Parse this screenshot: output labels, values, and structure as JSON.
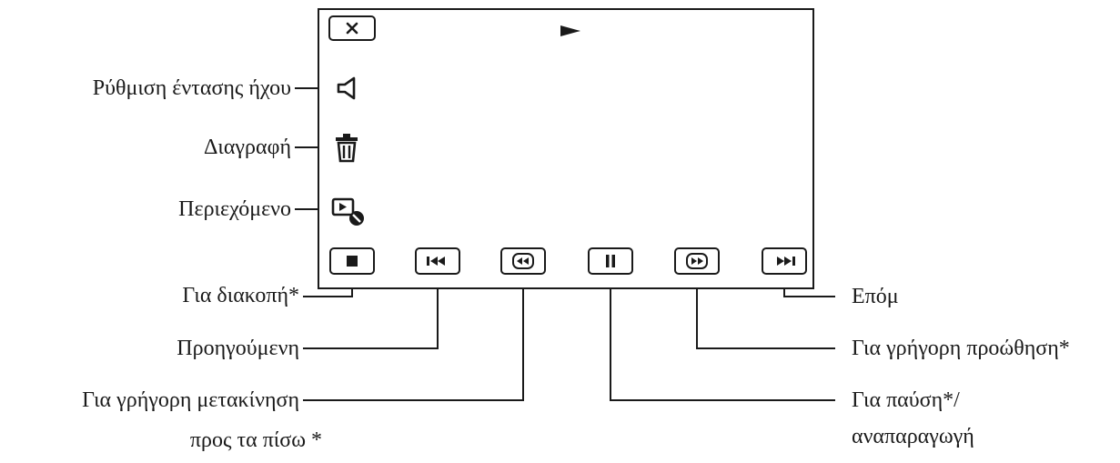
{
  "labels": {
    "volume": "Ρύθμιση έντασης ήχου",
    "delete": "Διαγραφή",
    "context": "Περιεχόμενο",
    "stop": "Για διακοπή*",
    "previous": "Προηγούμενη",
    "rewind_line1": "Για γρήγορη μετακίνηση",
    "rewind_line2": "προς τα πίσω *",
    "next": "Επόμ",
    "fast_forward": "Για γρήγορη προώθηση*",
    "pause_line1": "Για παύση*/",
    "pause_line2": "αναπαραγωγή"
  },
  "icons": {
    "close": "close-icon",
    "play_status": "play-icon",
    "volume": "speaker-icon",
    "delete": "trash-icon",
    "context": "context-menu-icon",
    "stop": "stop-icon",
    "previous": "skip-previous-icon",
    "rewind": "rewind-icon",
    "pause": "pause-icon",
    "fast_forward": "fast-forward-icon",
    "next": "skip-next-icon"
  },
  "colors": {
    "line": "#1a1a1a",
    "background": "#ffffff"
  }
}
